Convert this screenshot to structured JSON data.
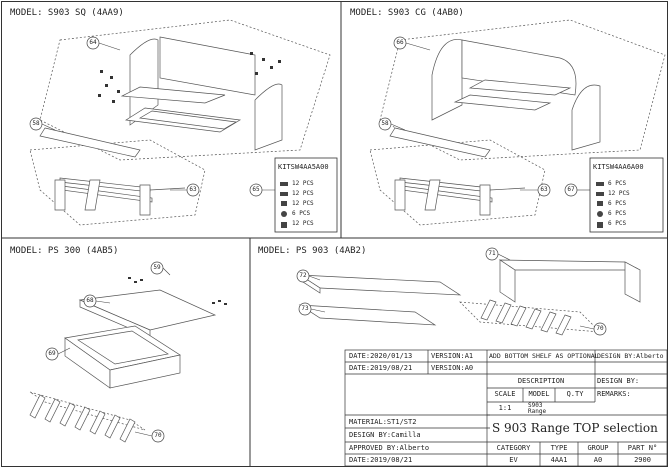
{
  "panels": {
    "top_left": {
      "model": "MODEL: S903 SQ (4AA9)",
      "callouts": [
        "64",
        "58",
        "63",
        "65"
      ]
    },
    "top_right": {
      "model": "MODEL: S903 CG (4AB0)",
      "callouts": [
        "66",
        "58",
        "63",
        "67"
      ]
    },
    "bottom_left": {
      "model": "MODEL: PS 300 (4AB5)",
      "callouts": [
        "59",
        "68",
        "69",
        "70"
      ]
    },
    "bottom_right": {
      "model": "MODEL: PS 903 (4AB2)",
      "callouts": [
        "71",
        "72",
        "73",
        "70"
      ]
    }
  },
  "kits": [
    {
      "code": "KITSW4AA5A00",
      "qty": [
        "12 PCS",
        "12 PCS",
        "12 PCS",
        "6 PCS",
        "12 PCS"
      ]
    },
    {
      "code": "KITSW4AA6A00",
      "qty": [
        "6 PCS",
        "12 PCS",
        "6 PCS",
        "6 PCS",
        "6 PCS"
      ]
    }
  ],
  "title_block": {
    "date_1": "DATE:2020/01/13",
    "version_1": "VERSION:A1",
    "change_note": "ADD BOTTOM SHELF AS OPTIONAL",
    "design_by_1": "DESIGN BY:Alberto",
    "date_2": "DATE:2019/08/21",
    "version_2": "VERSION:A0",
    "description_label": "DESCRIPTION",
    "design_by_2": "DESIGN BY:",
    "scale_label": "SCALE",
    "model_label": "MODEL",
    "qty_label": "Q.TY",
    "remarks_label": "REMARKS:",
    "scale_value": "1:1",
    "model_value_1": "S903",
    "model_value_2": "Range",
    "material": "MATERIAL:ST1/ST2",
    "title": "S 903 Range TOP selection",
    "design_by_3": "DESIGN BY:Camilla",
    "category_label": "CATEGORY",
    "type_label": "TYPE",
    "group_label": "GROUP",
    "part_label": "PART N°",
    "approved_by": "APPROVED BY:Alberto",
    "category_value": "EV",
    "type_value": "4AA1",
    "group_value": "A0",
    "part_value": "2900",
    "date_3": "DATE:2019/08/21"
  }
}
